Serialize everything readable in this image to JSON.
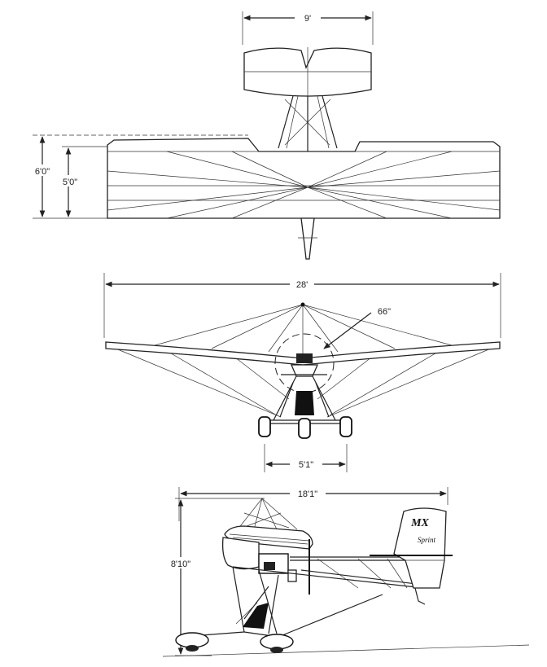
{
  "top_view": {
    "stab_span": "9'",
    "height_a": "6'0\"",
    "height_b": "5'0\""
  },
  "front_view": {
    "wingspan": "28'",
    "prop_diameter": "66\"",
    "track": "5'1\""
  },
  "side_view": {
    "length": "18'1\"",
    "height": "8'10\"",
    "tail_logo": "MX",
    "tail_script": "Sprint"
  }
}
